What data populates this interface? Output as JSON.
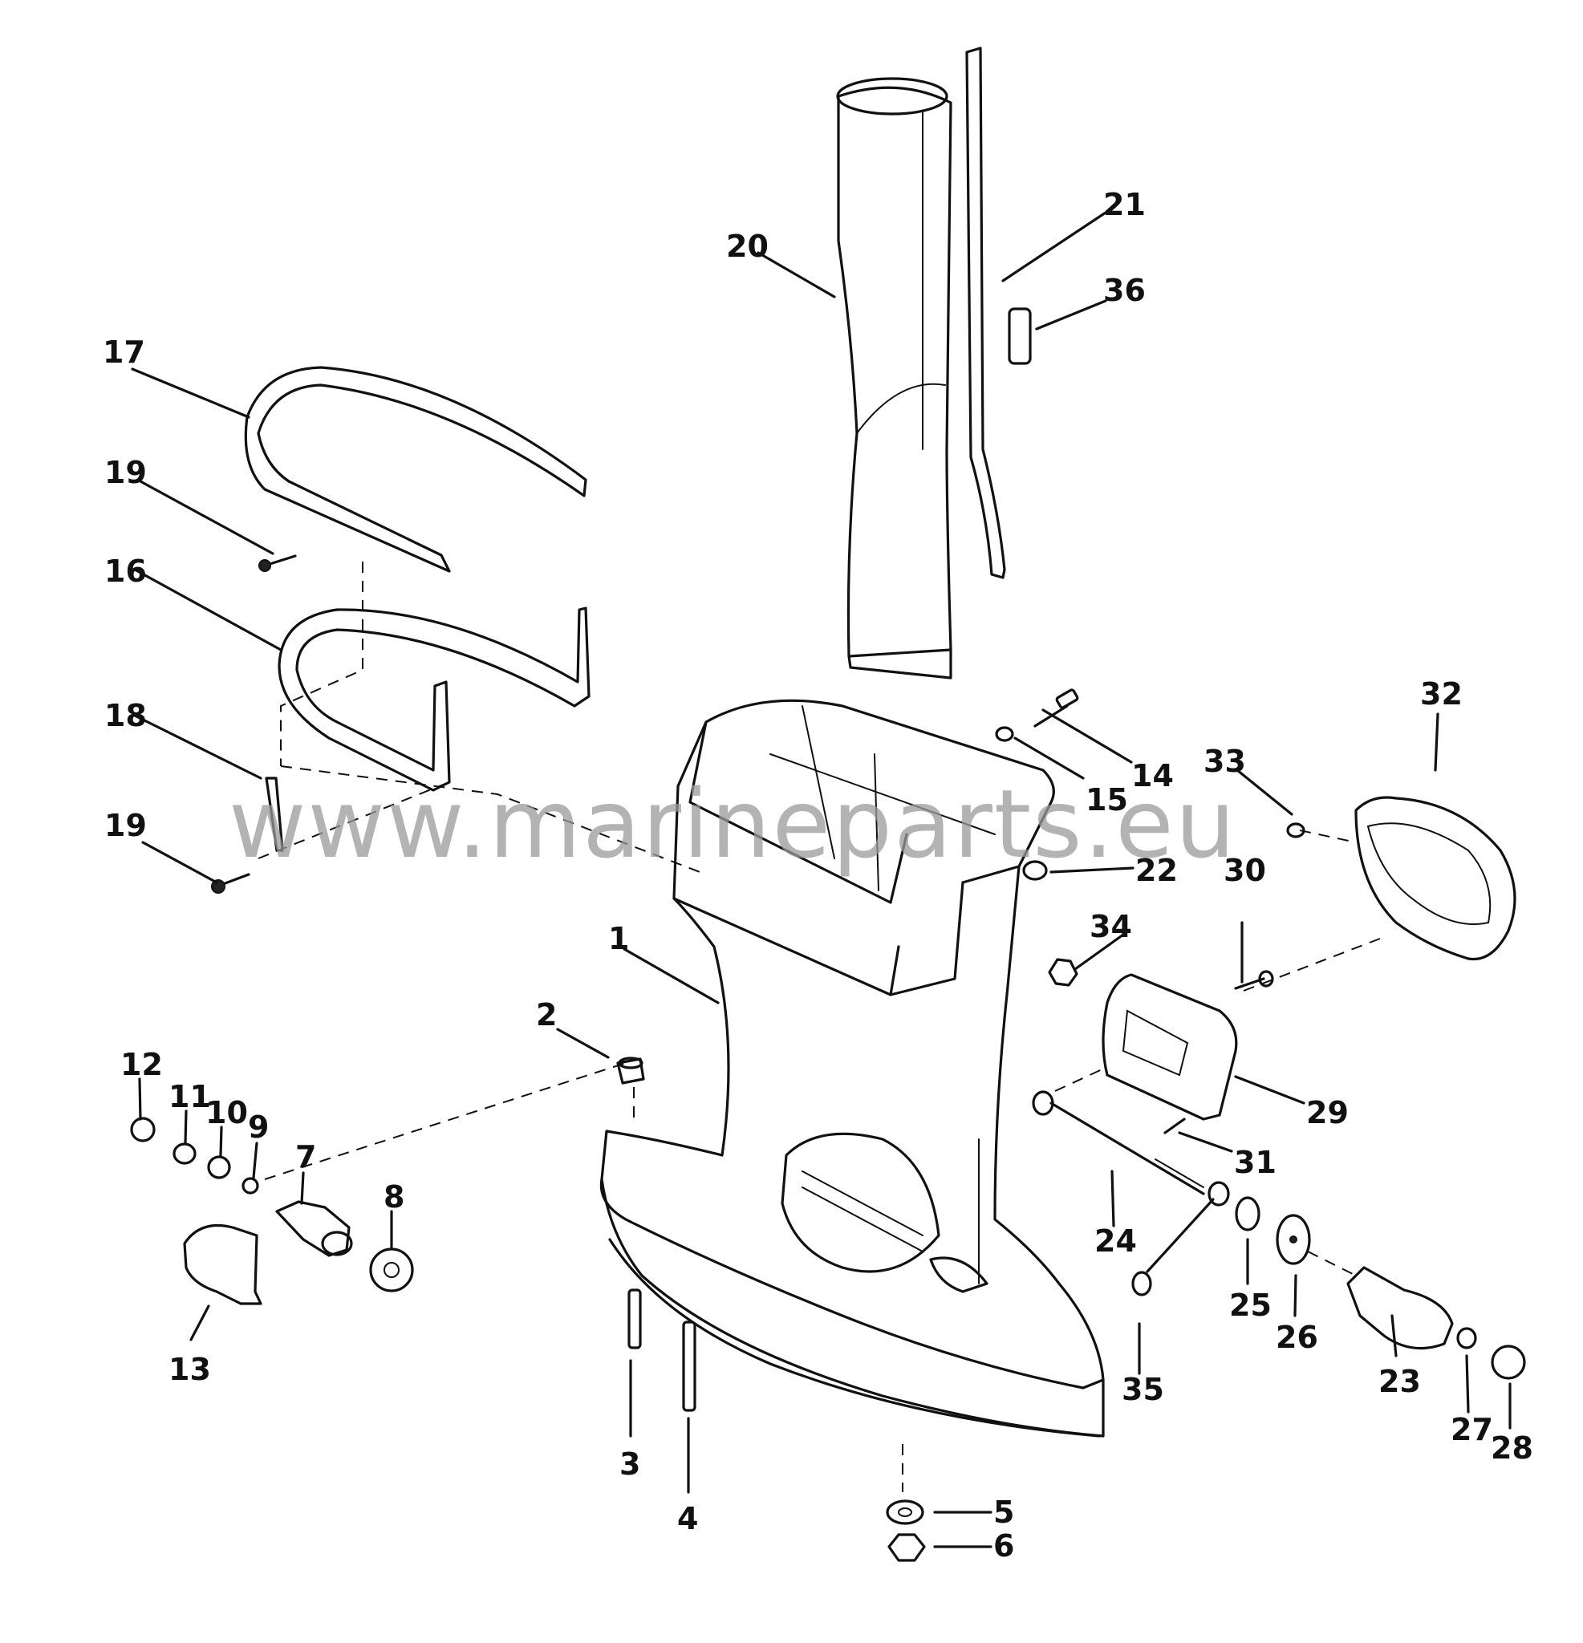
{
  "watermark": "www.marineparts.eu",
  "callouts": [
    "1",
    "2",
    "3",
    "4",
    "5",
    "6",
    "7",
    "8",
    "9",
    "10",
    "11",
    "12",
    "13",
    "14",
    "15",
    "16",
    "17",
    "18",
    "19",
    "19",
    "20",
    "21",
    "22",
    "23",
    "24",
    "25",
    "26",
    "27",
    "28",
    "29",
    "30",
    "31",
    "32",
    "33",
    "34",
    "35",
    "36"
  ]
}
